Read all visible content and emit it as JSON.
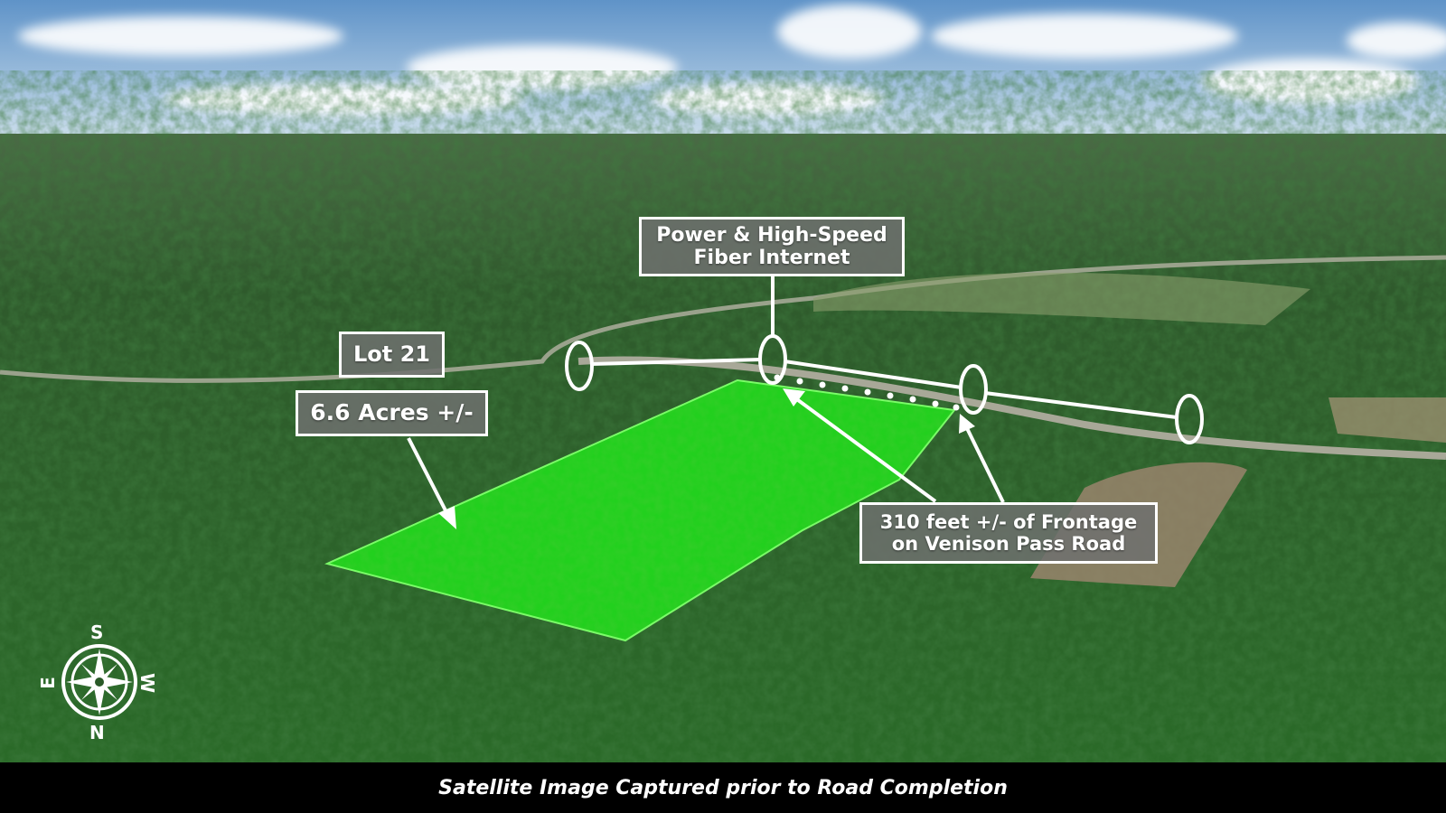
{
  "labels": {
    "utilities": [
      "Power & High-Speed",
      "Fiber Internet"
    ],
    "lot": "Lot 21",
    "acreage": "6.6 Acres +/-",
    "frontage": [
      "310 feet +/- of Frontage",
      "on Venison Pass Road"
    ]
  },
  "compass": {
    "top": "S",
    "bottom": "N",
    "left": "E",
    "right": "W"
  },
  "caption": "Satellite Image Captured prior to Road Completion",
  "colors": {
    "parcel": "#22d01e",
    "forest": "#2f6a2a",
    "sky": "#8fb8dc"
  }
}
